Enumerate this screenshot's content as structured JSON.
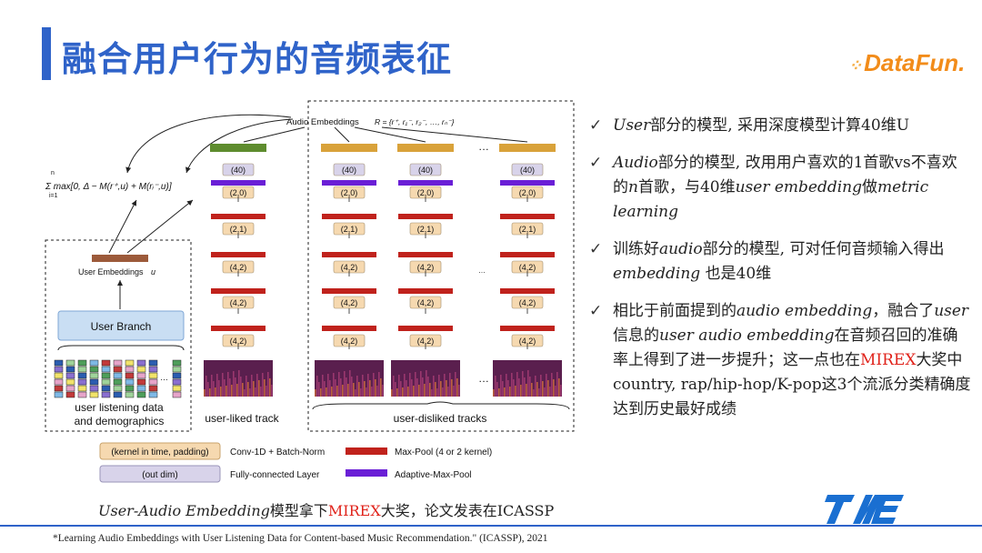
{
  "title": "融合用户行为的音频表征",
  "logo": {
    "text": "DataFun.",
    "dots": "⁘"
  },
  "diagram": {
    "audio_embeddings_label": "Audio Embeddings",
    "audio_embeddings_formula": "R = {r⁺, r₁⁻, r₂⁻, …, rₙ⁻}",
    "loss_formula": "Σ max[0, Δ − M(r⁺,u) + M(rᵢ⁻,u)]",
    "loss_sum_upper": "n",
    "loss_sum_lower": "i=1",
    "user_embeddings_label": "User Embeddings",
    "user_embeddings_var": "u",
    "user_branch_label": "User Branch",
    "user_data_label_line1": "user listening data",
    "user_data_label_line2": "and demographics",
    "liked_track_label": "user-liked track",
    "disliked_tracks_label": "user-disliked tracks",
    "layer_labels": [
      "(40)",
      "(2,0)",
      "(2,1)",
      "(4,2)",
      "(4,2)",
      "(4,2)"
    ],
    "ellipsis": "…",
    "legend": {
      "conv_key": "(kernel in time, padding)",
      "conv_label": "Conv-1D + Batch-Norm",
      "maxpool_label": "Max-Pool (4 or 2 kernel)",
      "fc_key": "(out dim)",
      "fc_label": "Fully-connected Layer",
      "adaptive_label": "Adaptive-Max-Pool"
    },
    "colors": {
      "conv": "#f6d9b0",
      "fc": "#d8d3ea",
      "maxpool": "#c0221c",
      "adaptive": "#6a1fd6",
      "liked_top": "#5e8c2e",
      "disliked_top": "#d9a23a",
      "user_branch": "#c9def3",
      "user_emb": "#9c5a3a"
    }
  },
  "bullets": [
    {
      "check": "✓",
      "parts": [
        {
          "t": "User",
          "i": true
        },
        {
          "t": "部分的模型, 采用深度模型计算40维U"
        }
      ]
    },
    {
      "check": "✓",
      "parts": [
        {
          "t": "Audio",
          "i": true
        },
        {
          "t": "部分的模型, 改用用户喜欢的1首歌vs不喜欢的"
        },
        {
          "t": "n",
          "i": true
        },
        {
          "t": "首歌，与40维"
        },
        {
          "t": "user embedding",
          "i": true
        },
        {
          "t": "做"
        },
        {
          "t": "metric learning",
          "i": true
        }
      ]
    },
    {
      "check": "✓",
      "parts": [
        {
          "t": "训练好"
        },
        {
          "t": "audio",
          "i": true
        },
        {
          "t": "部分的模型, 可对任何音频输入得出"
        },
        {
          "t": "embedding",
          "i": true
        },
        {
          "t": " 也是40维"
        }
      ]
    },
    {
      "check": "✓",
      "parts": [
        {
          "t": "相比于前面提到的"
        },
        {
          "t": "audio embedding",
          "i": true
        },
        {
          "t": "，融合了"
        },
        {
          "t": "user",
          "i": true
        },
        {
          "t": "信息的"
        },
        {
          "t": "user audio embedding",
          "i": true
        },
        {
          "t": "在音频召回的准确率上得到了进一步提升；这一点也在"
        },
        {
          "t": "MIREX",
          "red": true
        },
        {
          "t": "大奖中country, rap/hip-hop/K-pop这3个流派分类精确度达到历史最好成绩"
        }
      ]
    }
  ],
  "caption": {
    "p1": "User-Audio Embedding",
    "p2": "模型拿下",
    "p3": "MIREX",
    "p4": "大奖，论文发表在ICASSP"
  },
  "footnote": "*Learning Audio Embeddings with User Listening Data for Content-based Music Recommendation.\" (ICASSP), 2021",
  "tme_logo": "TME"
}
